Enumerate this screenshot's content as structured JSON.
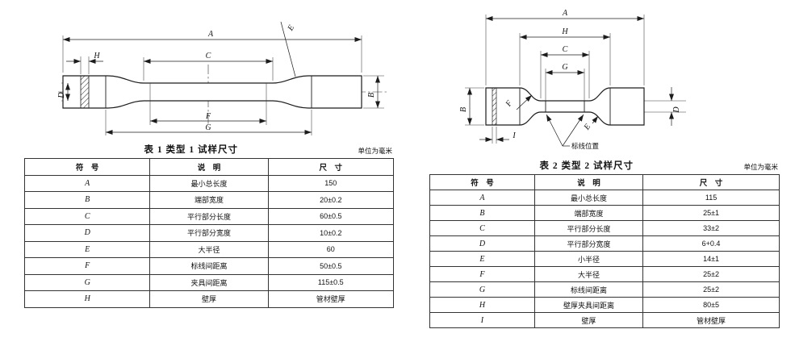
{
  "left": {
    "diagram": {
      "labels": {
        "A": "A",
        "B": "B",
        "C": "C",
        "D": "D",
        "E": "E",
        "F": "F",
        "G": "G",
        "H": "H"
      }
    },
    "caption": {
      "title": "表 1  类型 1 试样尺寸",
      "unit": "单位为毫米"
    },
    "table": {
      "columns": [
        "符　号",
        "说　明",
        "尺　寸"
      ],
      "rows": [
        [
          "A",
          "最小总长度",
          "150"
        ],
        [
          "B",
          "端部宽度",
          "20±0.2"
        ],
        [
          "C",
          "平行部分长度",
          "60±0.5"
        ],
        [
          "D",
          "平行部分宽度",
          "10±0.2"
        ],
        [
          "E",
          "大半径",
          "60"
        ],
        [
          "F",
          "标线间距离",
          "50±0.5"
        ],
        [
          "G",
          "夹具间距离",
          "115±0.5"
        ],
        [
          "H",
          "壁厚",
          "管材壁厚"
        ]
      ]
    }
  },
  "right": {
    "diagram": {
      "labels": {
        "A": "A",
        "B": "B",
        "C": "C",
        "D": "D",
        "E": "E",
        "F": "F",
        "G": "G",
        "H": "H",
        "I": "I"
      },
      "callout": "标线位置"
    },
    "caption": {
      "title": "表 2  类型 2 试样尺寸",
      "unit": "单位为毫米"
    },
    "table": {
      "columns": [
        "符　号",
        "说　明",
        "尺　寸"
      ],
      "rows": [
        [
          "A",
          "最小总长度",
          "115"
        ],
        [
          "B",
          "端部宽度",
          "25±1"
        ],
        [
          "C",
          "平行部分长度",
          "33±2"
        ],
        [
          "D",
          "平行部分宽度",
          "6+0.4"
        ],
        [
          "E",
          "小半径",
          "14±1"
        ],
        [
          "F",
          "大半径",
          "25±2"
        ],
        [
          "G",
          "标线间距离",
          "25±2"
        ],
        [
          "H",
          "壁厚夹具间距离",
          "80±5"
        ],
        [
          "I",
          "壁厚",
          "管材壁厚"
        ]
      ]
    }
  }
}
